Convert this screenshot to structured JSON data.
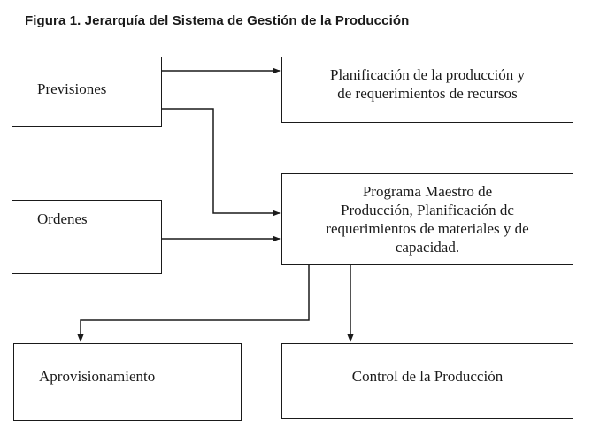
{
  "figure": {
    "title": "Figura 1.  Jerarquía del Sistema de Gestión de la Producción"
  },
  "nodes": {
    "previsiones": "Previsiones",
    "planificacion": "Planificación de la producción y\nde requerimientos de recursos",
    "ordenes": "Ordenes",
    "programa": "Programa  Maestro de\nProducción, Planificación dc\nrequerimientos de materiales y de\ncapacidad.",
    "aprovisionamiento": "Aprovisionamiento",
    "control": "Control de la Producción"
  },
  "edges": [
    {
      "from": "previsiones",
      "to": "planificacion"
    },
    {
      "from": "previsiones",
      "to": "programa"
    },
    {
      "from": "ordenes",
      "to": "programa"
    },
    {
      "from": "programa",
      "to": "aprovisionamiento"
    },
    {
      "from": "programa",
      "to": "control"
    }
  ],
  "colors": {
    "line": "#1a1a1a",
    "background": "#ffffff"
  }
}
